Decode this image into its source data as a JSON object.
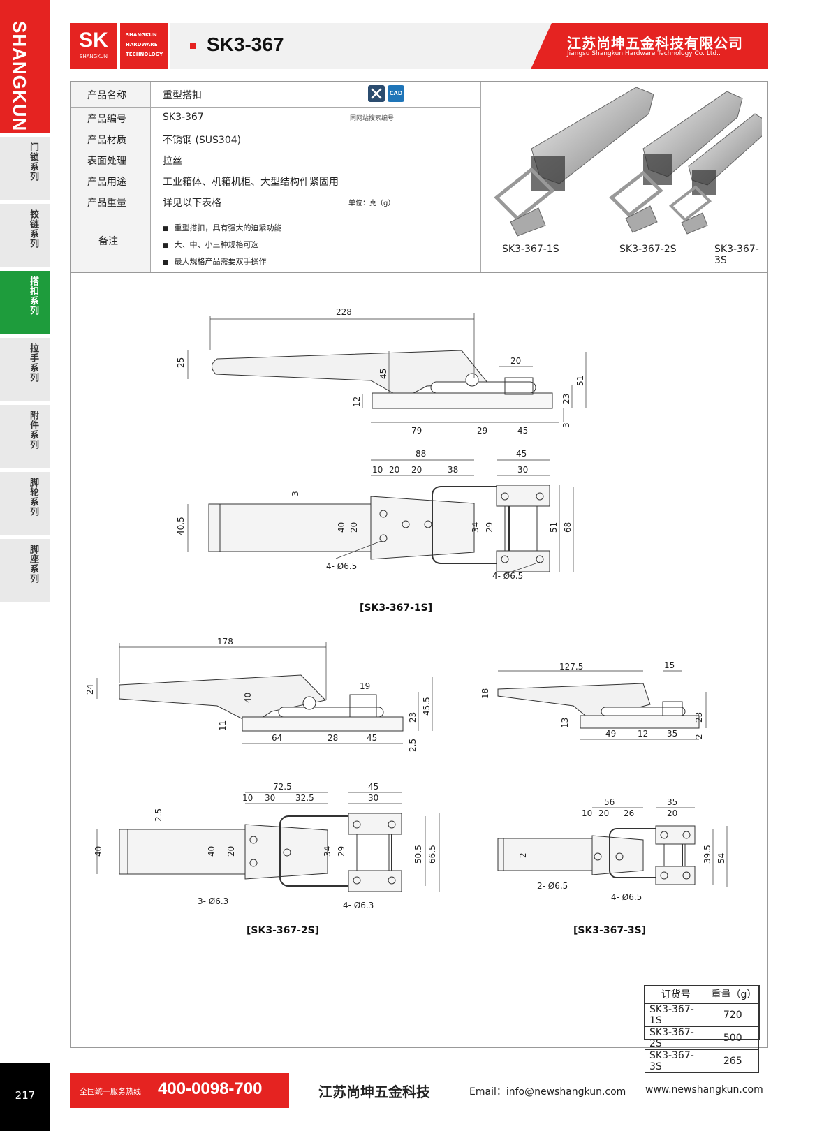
{
  "sidebar": {
    "brand": "SHANGKUN",
    "items": [
      {
        "label": "门锁系列",
        "active": false
      },
      {
        "label": "铰链系列",
        "active": false
      },
      {
        "label": "搭扣系列",
        "active": true
      },
      {
        "label": "拉手系列",
        "active": false
      },
      {
        "label": "附件系列",
        "active": false
      },
      {
        "label": "脚轮系列",
        "active": false
      },
      {
        "label": "脚座系列",
        "active": false
      }
    ],
    "page_number": "217"
  },
  "header": {
    "logo_text": "SK",
    "logo_sub": "SHANGKUN",
    "logo_words": [
      "SHANGKUN",
      "HARDWARE",
      "TECHNOLOGY"
    ],
    "model": "SK3-367",
    "company_cn": "江苏尚坤五金科技有限公司",
    "company_en": "Jiangsu Shangkun Hardware Technology Co. Ltd.."
  },
  "info": {
    "rows": [
      {
        "label": "产品名称",
        "value": "重型搭扣",
        "note": ""
      },
      {
        "label": "产品编号",
        "value": "SK3-367",
        "note": "同网站搜索编号"
      },
      {
        "label": "产品材质",
        "value": "不锈钢 (SUS304)",
        "note": ""
      },
      {
        "label": "表面处理",
        "value": "拉丝",
        "note": ""
      },
      {
        "label": "产品用途",
        "value": "工业箱体、机箱机柜、大型结构件紧固用",
        "note": ""
      },
      {
        "label": "产品重量",
        "value": "详见以下表格",
        "note": "单位：克（g）"
      }
    ],
    "remark_label": "备注",
    "remarks": [
      "重型搭扣，具有强大的迫紧功能",
      "大、中、小三种规格可选",
      "最大规格产品需要双手操作"
    ],
    "icon_2d": "2D图纸",
    "icon_cad": "CAD",
    "photo_labels": [
      "SK3-367-1S",
      "SK3-367-2S",
      "SK3-367-3S"
    ]
  },
  "drawings": {
    "captions": [
      "[SK3-367-1S]",
      "[SK3-367-2S]",
      "[SK3-367-3S]"
    ],
    "d1_side": {
      "len": "228",
      "h1": "25",
      "h2": "45",
      "base": "12",
      "w1": "79",
      "w2": "29",
      "w3": "45",
      "top": "20",
      "r1": "23",
      "r2": "51",
      "r3": "3"
    },
    "d1_top": {
      "a": "88",
      "b": "10",
      "c": "20",
      "d": "20",
      "e": "38",
      "f": "45",
      "g": "30",
      "t": "3",
      "w": "40.5",
      "h40": "40",
      "h20": "20",
      "h34": "34",
      "h29": "29",
      "h51": "51",
      "h68": "68",
      "holes1": "4- Ø6.5",
      "holes2": "4- Ø6.5"
    },
    "d2_side": {
      "len": "178",
      "h1": "24",
      "h2": "40",
      "base": "11",
      "w1": "64",
      "w2": "28",
      "w3": "45",
      "top": "19",
      "r1": "23",
      "r2": "45.5",
      "r3": "2.5"
    },
    "d2_top": {
      "a": "72.5",
      "b": "10",
      "c": "30",
      "d": "32.5",
      "f": "45",
      "g": "30",
      "t": "2.5",
      "w": "40",
      "h40": "40",
      "h20": "20",
      "h34": "34",
      "h29": "29",
      "h50": "50.5",
      "h66": "66.5",
      "holes1": "3- Ø6.3",
      "holes2": "4- Ø6.3"
    },
    "d3_side": {
      "len": "127.5",
      "h1": "18",
      "base": "13",
      "w1": "49",
      "w2": "12",
      "w3": "35",
      "top": "15",
      "r1": "23",
      "r3": "2"
    },
    "d3_top": {
      "a": "56",
      "b": "10",
      "c": "20",
      "d": "26",
      "f": "35",
      "g": "20",
      "t": "2",
      "h39": "39.5",
      "h54": "54",
      "holes1": "2- Ø6.5",
      "holes2": "4- Ø6.5"
    }
  },
  "weights": {
    "header": [
      "订货号",
      "重量（g）"
    ],
    "rows": [
      [
        "SK3-367-1S",
        "720"
      ],
      [
        "SK3-367-2S",
        "500"
      ],
      [
        "SK3-367-3S",
        "265"
      ]
    ]
  },
  "footer": {
    "hotline_label": "全国统一服务热线",
    "hotline": "400-0098-700",
    "company": "江苏尚坤五金科技",
    "email": "Email：info@newshangkun.com",
    "website": "www.newshangkun.com"
  }
}
